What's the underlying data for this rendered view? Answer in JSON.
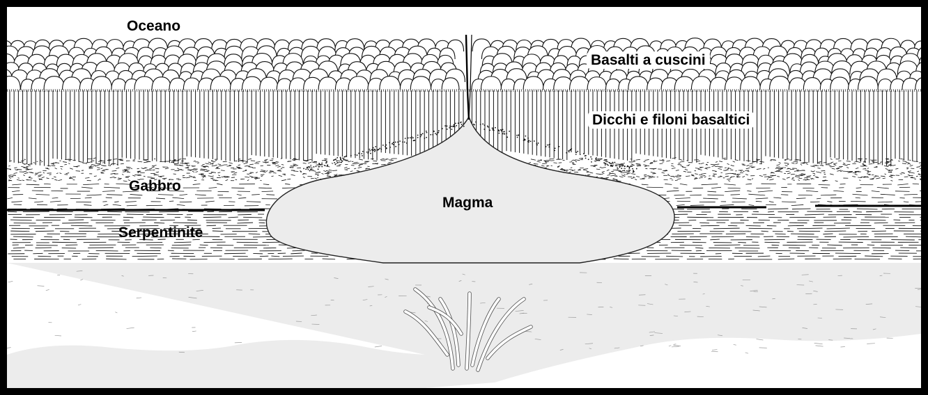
{
  "diagram": {
    "labels": {
      "ocean": "Oceano",
      "pillow_basalts": "Basalti a cuscini",
      "dikes": "Dicchi e filoni basaltici",
      "gabbro": "Gabbro",
      "magma": "Magma",
      "serpentinite": "Serpentinite"
    },
    "colors": {
      "frame": "#000000",
      "ocean": "#ffffff",
      "magma": "#ececec",
      "ink": "#111111"
    }
  }
}
